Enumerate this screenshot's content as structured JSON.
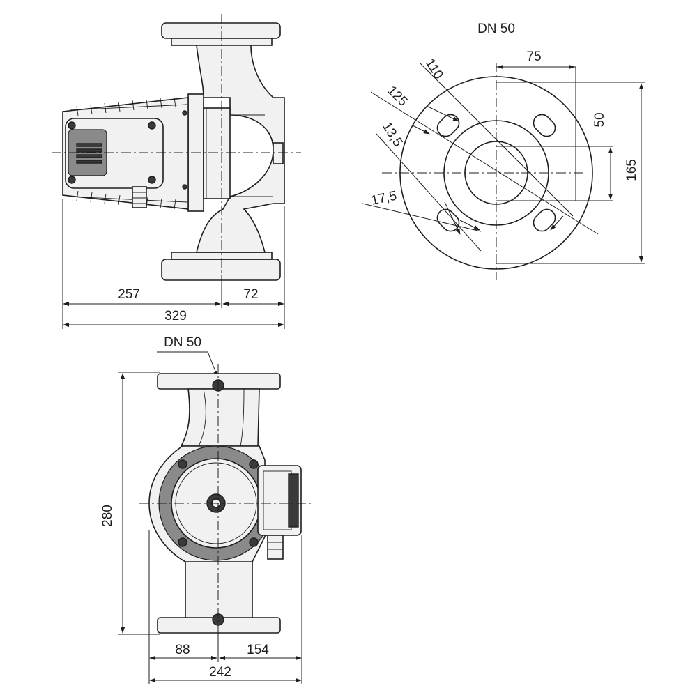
{
  "side_view": {
    "dim_motor": "257",
    "dim_flange_offset": "72",
    "dim_total_length": "329"
  },
  "flange_view": {
    "title": "DN 50",
    "dim_bolt_circle": "110",
    "dim_hole_circle_alt": "125",
    "dim_hole_width": "13,5",
    "dim_hole_length": "17,5",
    "dim_horizontal": "75",
    "dim_vertical": "50",
    "dim_flange_diameter": "165"
  },
  "front_view": {
    "title": "DN 50",
    "dim_height": "280",
    "dim_left": "88",
    "dim_right": "154",
    "dim_total_width": "242"
  }
}
